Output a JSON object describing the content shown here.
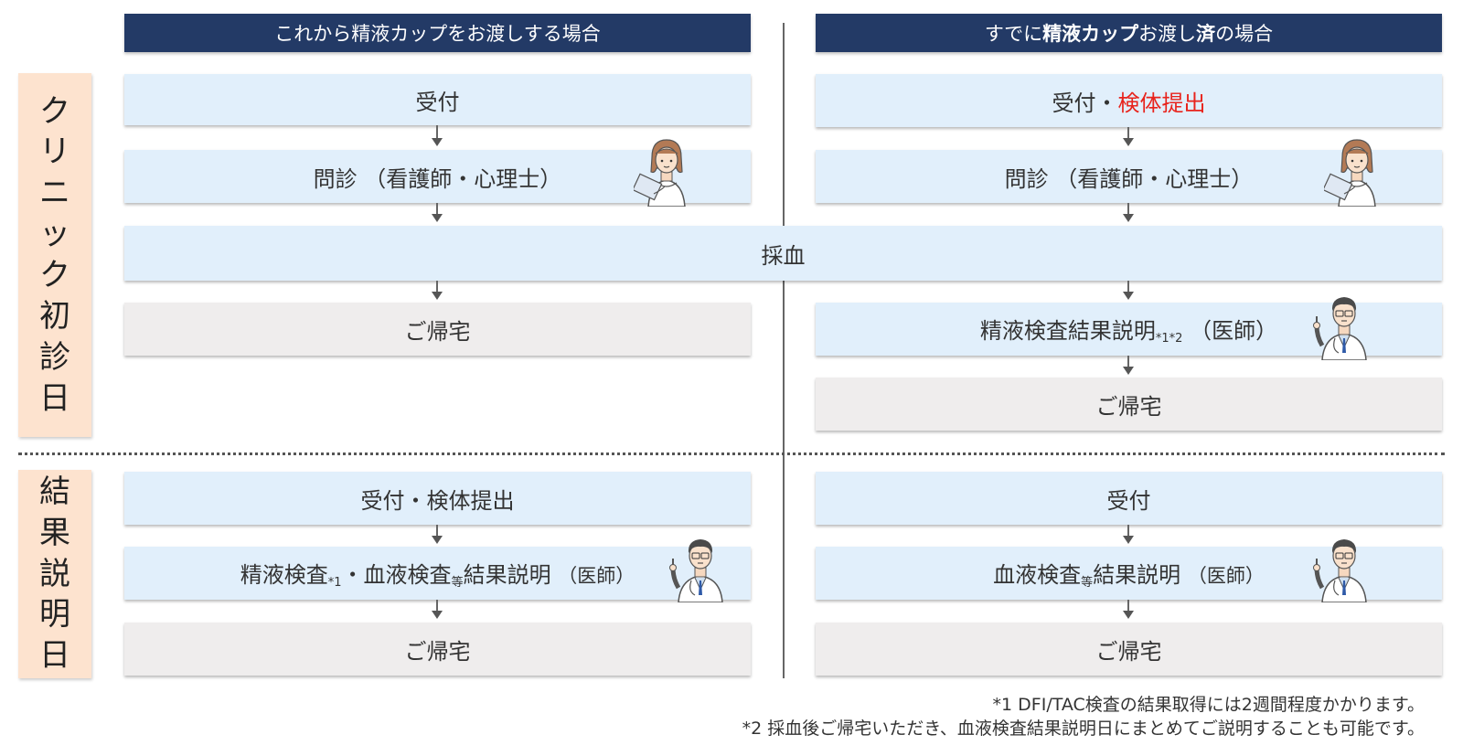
{
  "headers": {
    "left": "これから精液カップをお渡しする場合",
    "right_pre": "すでに",
    "right_bold1": "精液カップ",
    "right_mid": "お渡し",
    "right_bold2": "済",
    "right_post": "の場合"
  },
  "sections": {
    "first_visit": "クリニック初診日",
    "first_visit_chars": [
      "ク",
      "リ",
      "ニ",
      "ッ",
      "ク",
      "初",
      "診",
      "日"
    ],
    "results_day": "結果説明日",
    "results_day_chars": [
      "結",
      "果",
      "説",
      "明",
      "日"
    ]
  },
  "left_flow": {
    "reception": "受付",
    "interview": "問診 （看護師・心理士）",
    "go_home": "ご帰宅",
    "r_reception": "受付・検体提出",
    "r_exp_a": "精液検査",
    "r_exp_sup1": "*1",
    "r_exp_b": "・血液検査",
    "r_exp_sup2": "等",
    "r_exp_c": "結果説明",
    "r_exp_d": "（医師）",
    "r_go_home": "ご帰宅"
  },
  "shared": {
    "blood_draw": "採血"
  },
  "right_flow": {
    "reception_a": "受付・",
    "reception_b": "検体提出",
    "interview": "問診 （看護師・心理士）",
    "semen_exp_a": "精液検査結果説明",
    "semen_exp_sup": "*1*2",
    "semen_exp_b": "（医師）",
    "go_home": "ご帰宅",
    "r_reception": "受付",
    "r_exp_a": "血液検査",
    "r_exp_sup": "等",
    "r_exp_b": "結果説明",
    "r_exp_c": "（医師）",
    "r_go_home": "ご帰宅"
  },
  "notes": {
    "note1": "*1 DFI/TAC検査の結果取得には2週間程度かかります。",
    "note2": "*2 採血後ご帰宅いただき、血液検査結果説明日にまとめてご説明することも可能です。"
  },
  "icons": [
    "nurse-icon",
    "doctor-icon"
  ],
  "colors": {
    "header": "#233a66",
    "side_label": "#fde3cf",
    "blue_box": "#e1effb",
    "gray_box": "#efeded",
    "highlight": "#e8231c"
  }
}
